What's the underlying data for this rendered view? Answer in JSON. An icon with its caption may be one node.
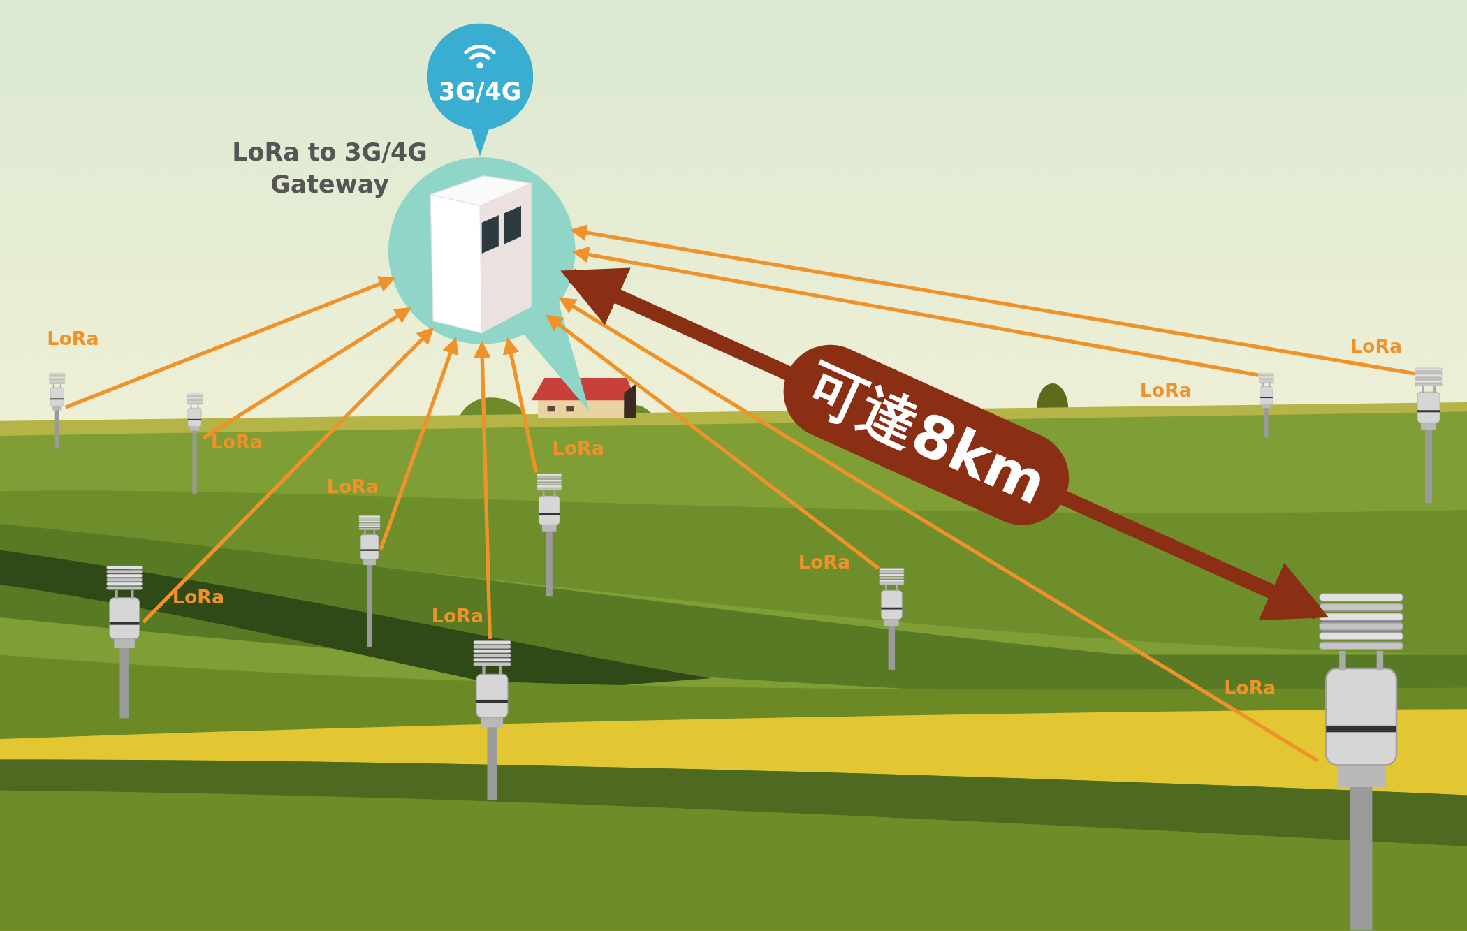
{
  "diagram": {
    "nodes": [
      {
        "text": [
          "LoRa to 3G/4G Gateway"
        ]
      },
      {
        "text": [
          "3G/4G"
        ]
      },
      {
        "text": [],
        "shape": "picture"
      },
      {
        "text": [],
        "shape": "picture"
      },
      {
        "text": [],
        "shape": "picture"
      },
      {
        "text": [],
        "shape": "picture"
      },
      {
        "text": [],
        "shape": "picture"
      },
      {
        "text": [],
        "shape": "picture"
      },
      {
        "text": [],
        "shape": "picture"
      },
      {
        "text": [],
        "shape": "picture"
      },
      {
        "text": [],
        "shape": "picture"
      },
      {
        "text": [],
        "shape": "picture"
      }
    ],
    "edges": [
      {
        "from": 2,
        "to": 0,
        "arrow": "to",
        "label": "LoRa"
      },
      {
        "from": 3,
        "to": 0,
        "arrow": "to",
        "label": "LoRa"
      },
      {
        "from": 4,
        "to": 0,
        "arrow": "to",
        "label": "LoRa"
      },
      {
        "from": 5,
        "to": 0,
        "arrow": "to",
        "label": "LoRa"
      },
      {
        "from": 6,
        "to": 0,
        "arrow": "to",
        "label": "LoRa"
      },
      {
        "from": 7,
        "to": 0,
        "arrow": "to",
        "label": "LoRa"
      },
      {
        "from": 8,
        "to": 0,
        "arrow": "to",
        "label": "LoRa"
      },
      {
        "from": 9,
        "to": 0,
        "arrow": "to",
        "label": "LoRa"
      },
      {
        "from": 10,
        "to": 0,
        "arrow": "to",
        "label": "LoRa"
      },
      {
        "from": 11,
        "to": 0,
        "arrow": "to",
        "label": "LoRa"
      },
      {
        "from": 0,
        "to": 10,
        "arrow": "both",
        "style": "thick",
        "color": "#8b2f14",
        "label": "可達8km"
      }
    ]
  }
}
